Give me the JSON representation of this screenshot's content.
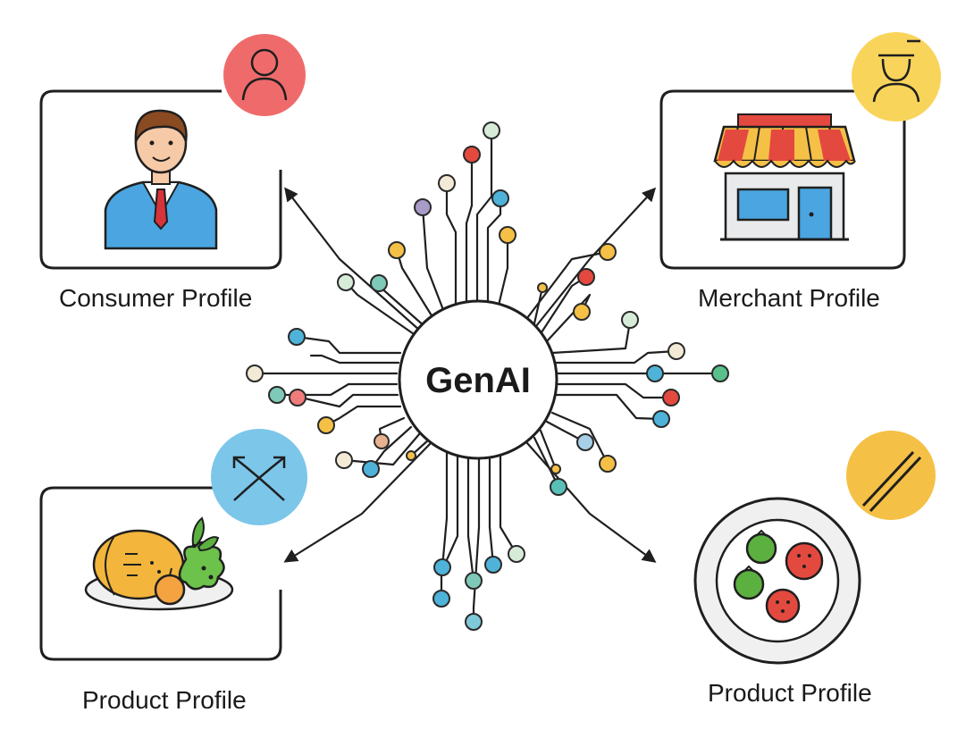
{
  "hub": {
    "label": "GenAI"
  },
  "nodes": {
    "consumer": {
      "label": "Consumer Profile",
      "badge_icon": "user-icon",
      "badge_color": "#ef6b6b",
      "illustration": "consumer-person-icon"
    },
    "merchant": {
      "label": "Merchant Profile",
      "badge_icon": "merchant-user-icon",
      "badge_color": "#f8d45a",
      "illustration": "storefront-icon"
    },
    "product_left": {
      "label": "Product Profile",
      "badge_icon": "crossed-arrows-icon",
      "badge_color": "#7cc6ea",
      "illustration": "food-plate-icon"
    },
    "product_right": {
      "label": "Product Profile",
      "badge_icon": "chopsticks-icon",
      "badge_color": "#f5c046",
      "illustration": "fruit-plate-icon"
    }
  },
  "colors": {
    "line": "#1f1f1f",
    "dot_palette": [
      "#e4493f",
      "#4fb3d9",
      "#f5c046",
      "#59c08c",
      "#a99bc8",
      "#f3ead6",
      "#d6ecd8",
      "#7fc9b8",
      "#e7b28f"
    ]
  }
}
